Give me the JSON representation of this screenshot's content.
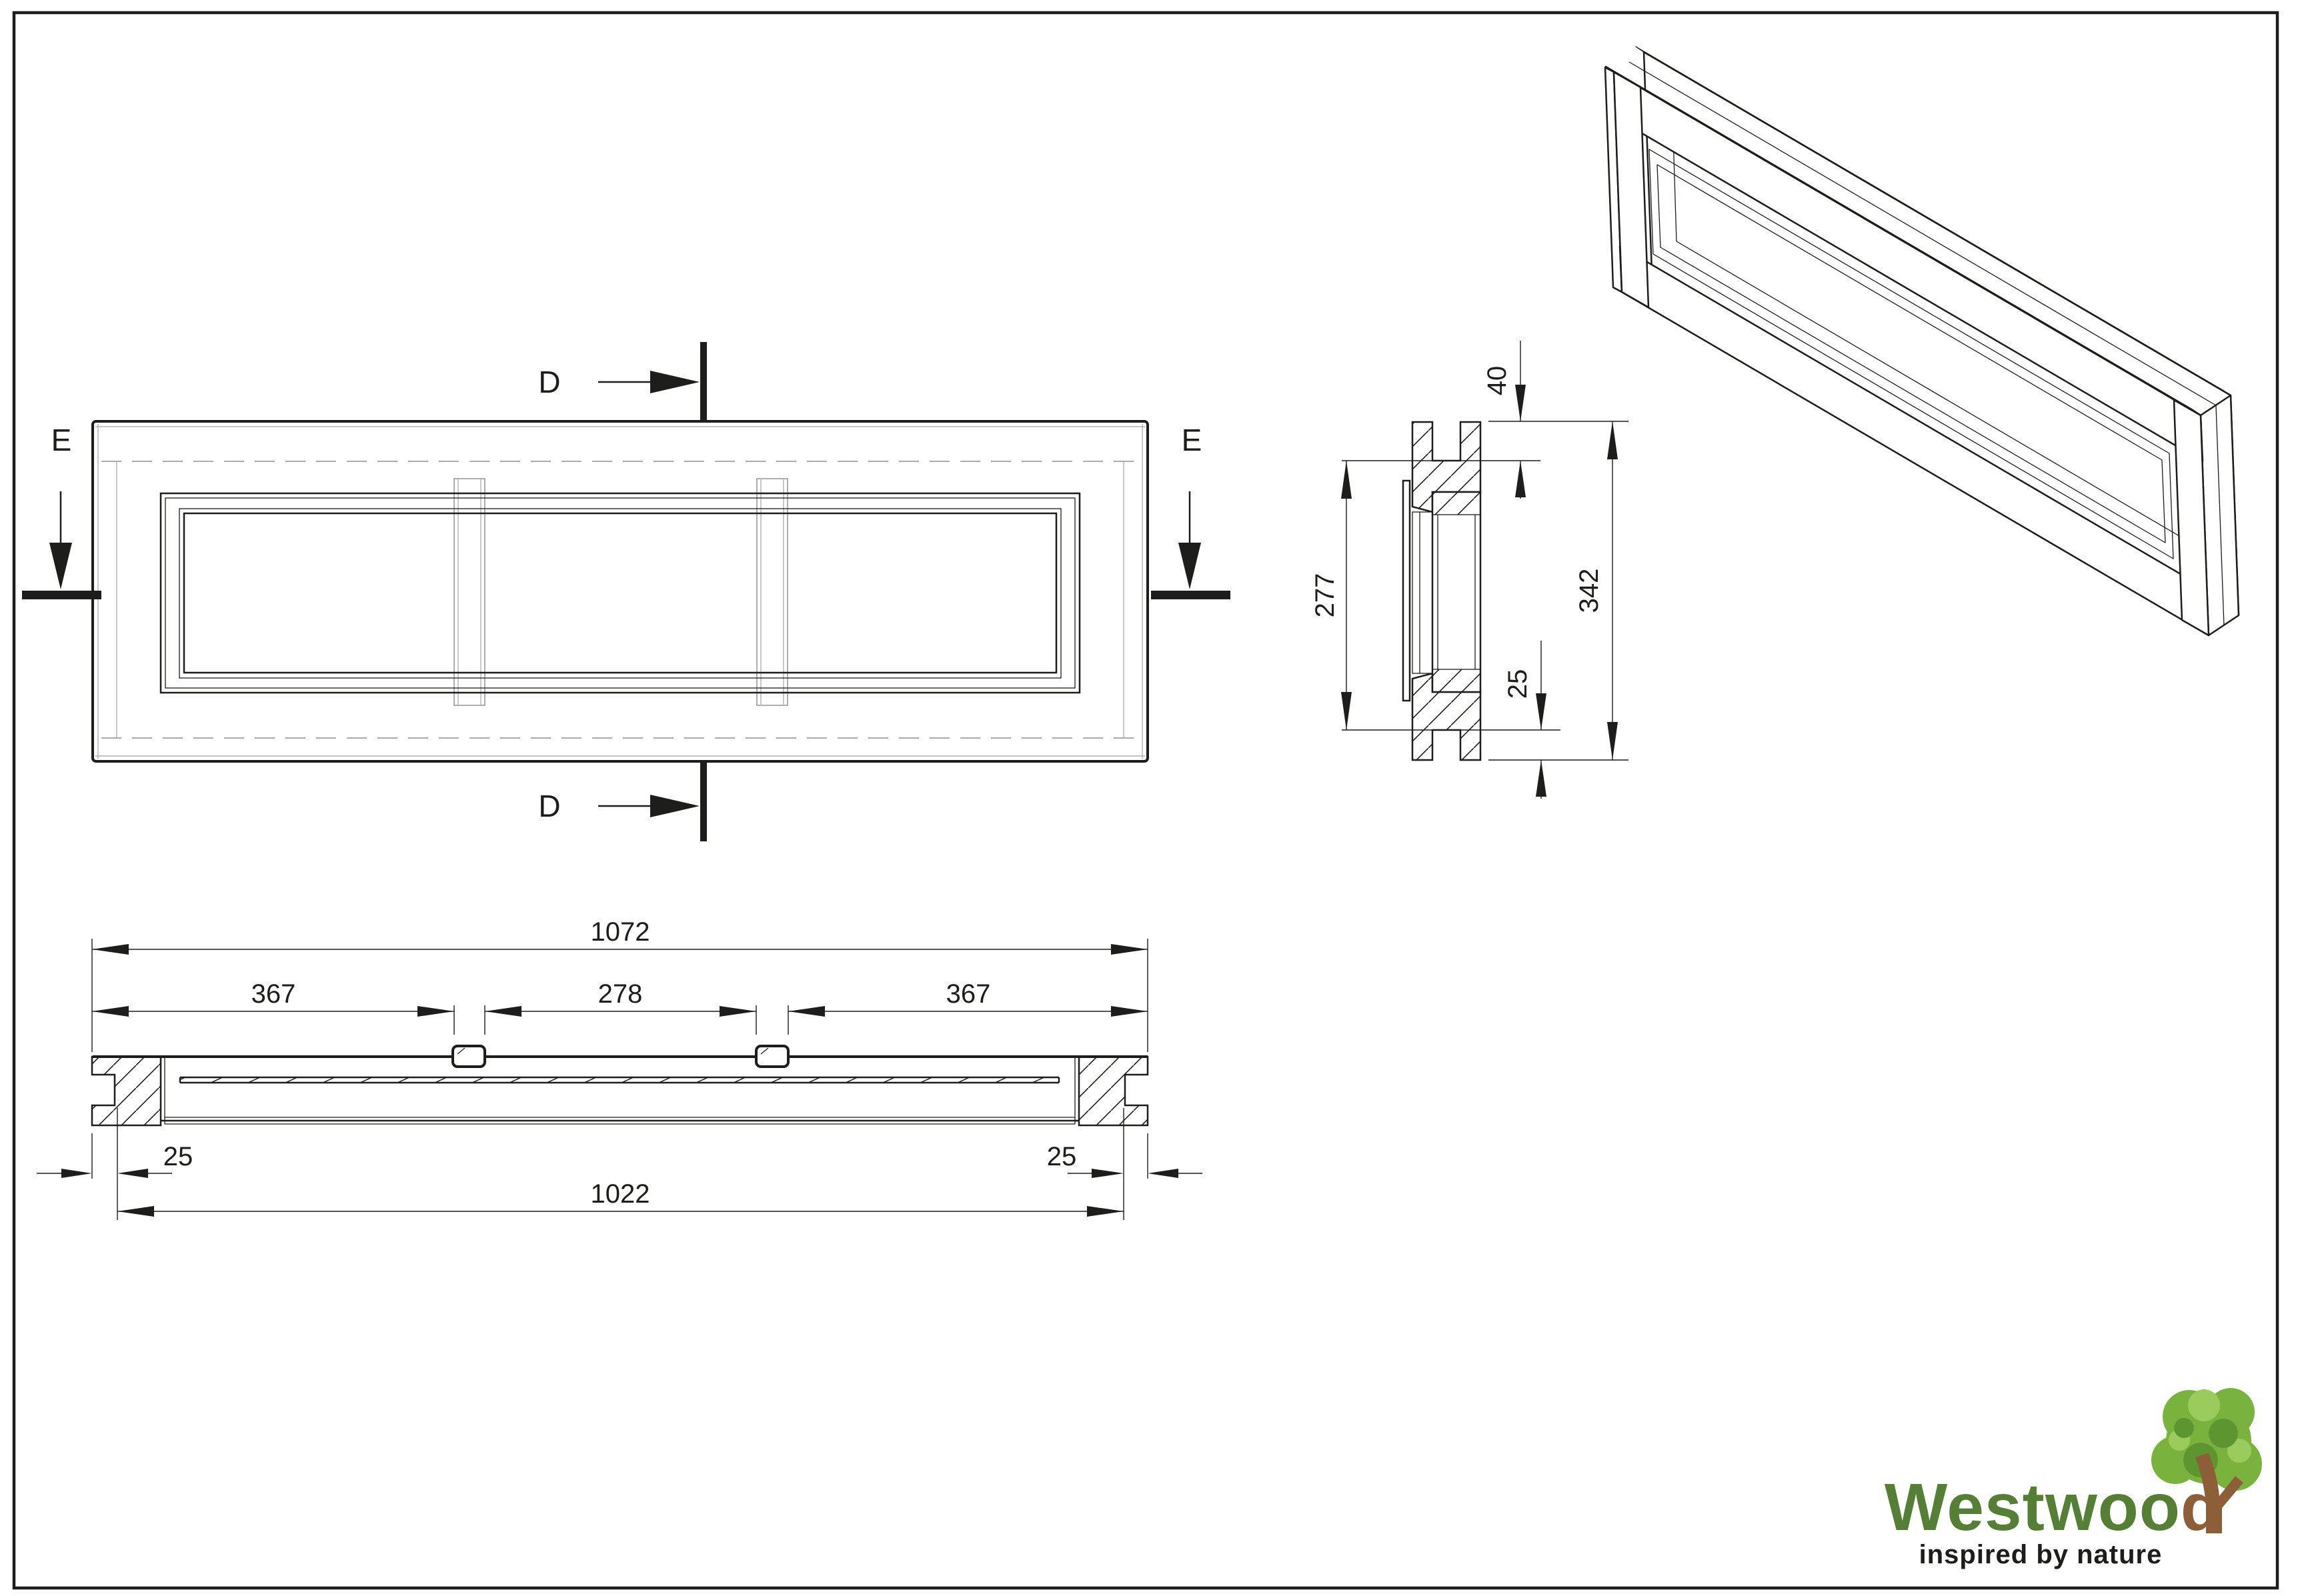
{
  "front_view": {
    "cut_label_d": "D",
    "cut_label_e": "E"
  },
  "side_section": {
    "total_height": "342",
    "sash_height": "277",
    "top_groove_depth": "40",
    "bottom_groove_depth": "25"
  },
  "plan_section": {
    "total_width": "1072",
    "left_bay": "367",
    "middle_bay": "278",
    "right_bay": "367",
    "left_groove_depth": "25",
    "right_groove_depth": "25",
    "inner_width": "1022"
  },
  "logo": {
    "brand_main": "Westwoo",
    "brand_last_letter": "d",
    "tagline": "inspired by nature",
    "colors": {
      "text_green": "#567f36",
      "canopy": "#79b33e",
      "canopy_light": "#9bcb5d",
      "canopy_dark": "#5d9631",
      "trunk_brown": "#8d5f38"
    }
  }
}
